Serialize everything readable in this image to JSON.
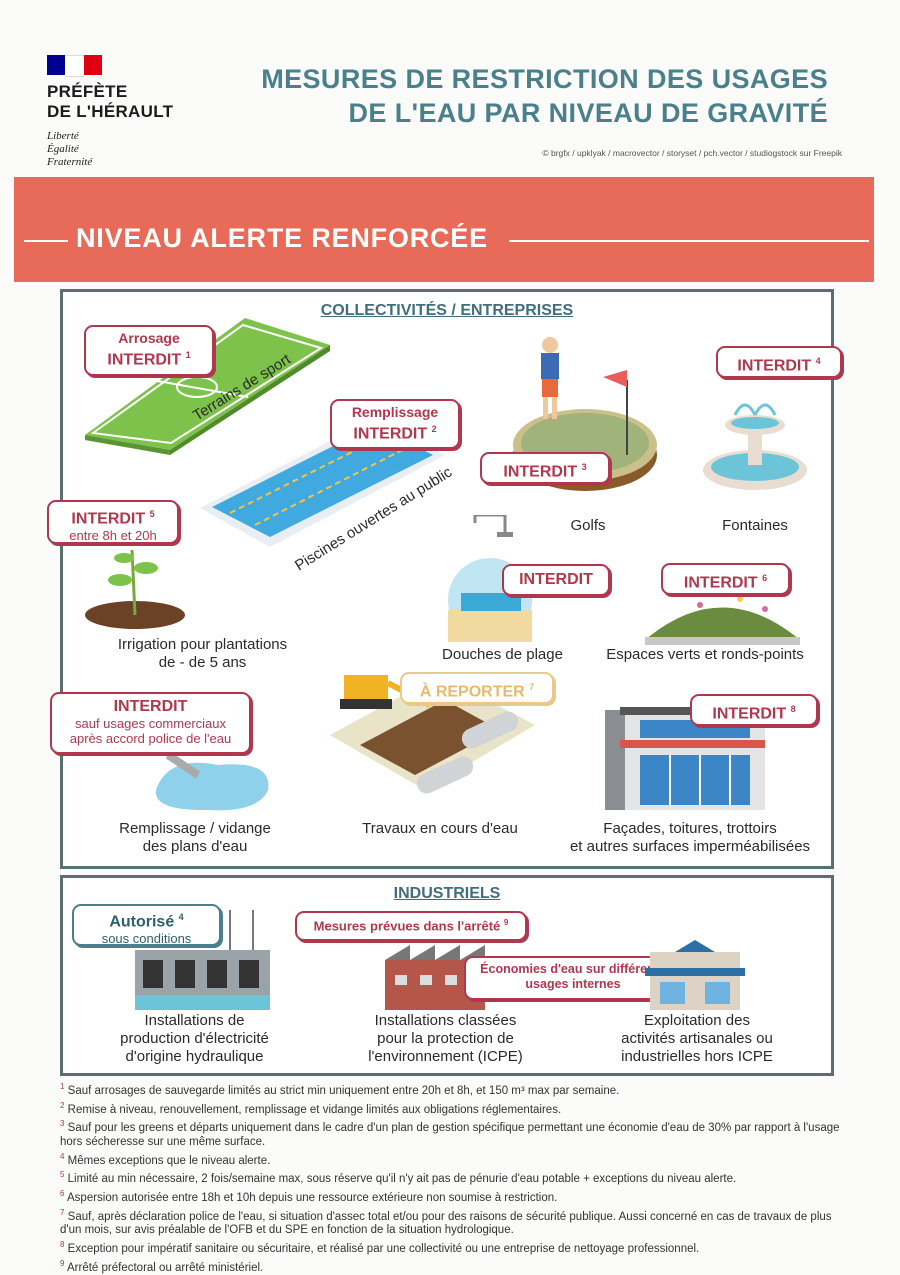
{
  "header": {
    "prefecture_line1": "PRÉFÈTE",
    "prefecture_line2": "DE L'HÉRAULT",
    "motto": [
      "Liberté",
      "Égalité",
      "Fraternité"
    ],
    "title_line1": "MESURES DE RESTRICTION DES USAGES",
    "title_line2": "DE L'EAU PAR NIVEAU DE GRAVITÉ",
    "credits": "© brgfx / upklyak / macrovector / storyset / pch.vector / studiogstock sur Freepik",
    "flag_colors": [
      "#000091",
      "#ffffff",
      "#e1000f"
    ]
  },
  "banner": {
    "label": "NIVEAU ALERTE RENFORCÉE",
    "color": "#e76b58"
  },
  "collectivites": {
    "heading": "COLLECTIVITÉS / ENTREPRISES",
    "terrains": {
      "tag_top": "Arrosage",
      "tag_main": "INTERDIT",
      "ref": "1",
      "label": "Terrains de sport"
    },
    "piscines": {
      "tag_top": "Remplissage",
      "tag_main": "INTERDIT",
      "ref": "2",
      "label": "Piscines ouvertes au public"
    },
    "golfs": {
      "tag_main": "INTERDIT",
      "ref": "3",
      "label": "Golfs"
    },
    "fontaines": {
      "tag_main": "INTERDIT",
      "ref": "4",
      "label": "Fontaines"
    },
    "irrigation": {
      "tag_main": "INTERDIT",
      "ref": "5",
      "tag_sub": "entre 8h et 20h",
      "label_line1": "Irrigation pour plantations",
      "label_line2": "de - de 5 ans"
    },
    "douches": {
      "tag_main": "INTERDIT",
      "label": "Douches de plage"
    },
    "espaces": {
      "tag_main": "INTERDIT",
      "ref": "6",
      "label": "Espaces verts et ronds-points"
    },
    "plans": {
      "tag_main": "INTERDIT",
      "tag_sub1": "sauf usages commerciaux",
      "tag_sub2": "après accord police de l'eau",
      "label_line1": "Remplissage / vidange",
      "label_line2": "des plans d'eau"
    },
    "travaux": {
      "tag_main": "À REPORTER",
      "ref": "7",
      "label": "Travaux en cours d'eau"
    },
    "facades": {
      "tag_main": "INTERDIT",
      "ref": "8",
      "label_line1": "Façades, toitures, trottoirs",
      "label_line2": "et autres surfaces imperméabilisées"
    }
  },
  "industriels": {
    "heading": "INDUSTRIELS",
    "hydro": {
      "tag_main": "Autorisé",
      "ref": "4",
      "tag_sub": "sous conditions",
      "label_line1": "Installations de",
      "label_line2": "production d'électricité",
      "label_line3": "d'origine hydraulique"
    },
    "icpe": {
      "tag_main": "Mesures prévues dans l'arrêté",
      "ref": "9",
      "tag2_line1": "Économies d'eau sur différents",
      "tag2_line2": "usages internes",
      "label_line1": "Installations classées",
      "label_line2": "pour la protection de",
      "label_line3": "l'environnement (ICPE)"
    },
    "artisanales": {
      "label_line1": "Exploitation des",
      "label_line2": "activités artisanales ou",
      "label_line3": "industrielles hors ICPE"
    }
  },
  "footnotes": [
    {
      "n": "1",
      "text": "Sauf arrosages de sauvegarde limités au strict min uniquement entre 20h et 8h, et 150 m³ max par semaine."
    },
    {
      "n": "2",
      "text": "Remise à niveau, renouvellement, remplissage et vidange limités aux obligations réglementaires."
    },
    {
      "n": "3",
      "text": "Sauf pour les greens et départs uniquement dans le cadre d'un plan de gestion spécifique permettant une économie d'eau de 30% par rapport à l'usage hors sécheresse sur une même surface."
    },
    {
      "n": "4",
      "text": "Mêmes exceptions que le niveau alerte."
    },
    {
      "n": "5",
      "text": "Limité au min nécessaire, 2 fois/semaine max, sous réserve qu'il n'y ait pas de pénurie d'eau potable + exceptions du niveau alerte."
    },
    {
      "n": "6",
      "text": "Aspersion autorisée entre 18h et 10h depuis une ressource extérieure non soumise à restriction."
    },
    {
      "n": "7",
      "text": "Sauf, après déclaration police de l'eau, si situation d'assec total et/ou pour des raisons de sécurité publique. Aussi concerné en cas de travaux de plus d'un mois, sur avis préalable de l'OFB et du SPE en fonction de la situation hydrologique."
    },
    {
      "n": "8",
      "text": "Exception pour impératif sanitaire ou sécuritaire, et réalisé par une collectivité ou une entreprise de nettoyage professionnel."
    },
    {
      "n": "9",
      "text": "Arrêté préfectoral ou arrêté ministériel."
    }
  ]
}
